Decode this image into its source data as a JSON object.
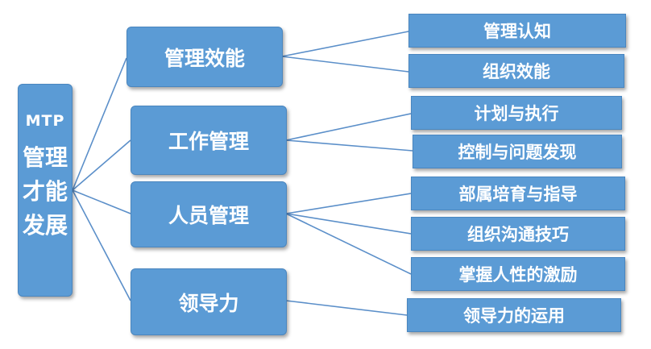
{
  "root": {
    "line1": "MTP",
    "line2": "管理",
    "line3": "才能",
    "line4": "发展"
  },
  "branches": [
    {
      "label": "管理效能",
      "items": [
        "管理认知",
        "组织效能"
      ]
    },
    {
      "label": "工作管理",
      "items": [
        "计划与执行",
        "控制与问题发现"
      ]
    },
    {
      "label": "人员管理",
      "items": [
        "部属培育与指导",
        "组织沟通技巧",
        "掌握人性的激励"
      ]
    },
    {
      "label": "领导力",
      "items": [
        "领导力的运用"
      ]
    }
  ],
  "colors": {
    "box_fill": "#5b9bd5",
    "connector": "#5b8fc9",
    "text": "#ffffff"
  }
}
